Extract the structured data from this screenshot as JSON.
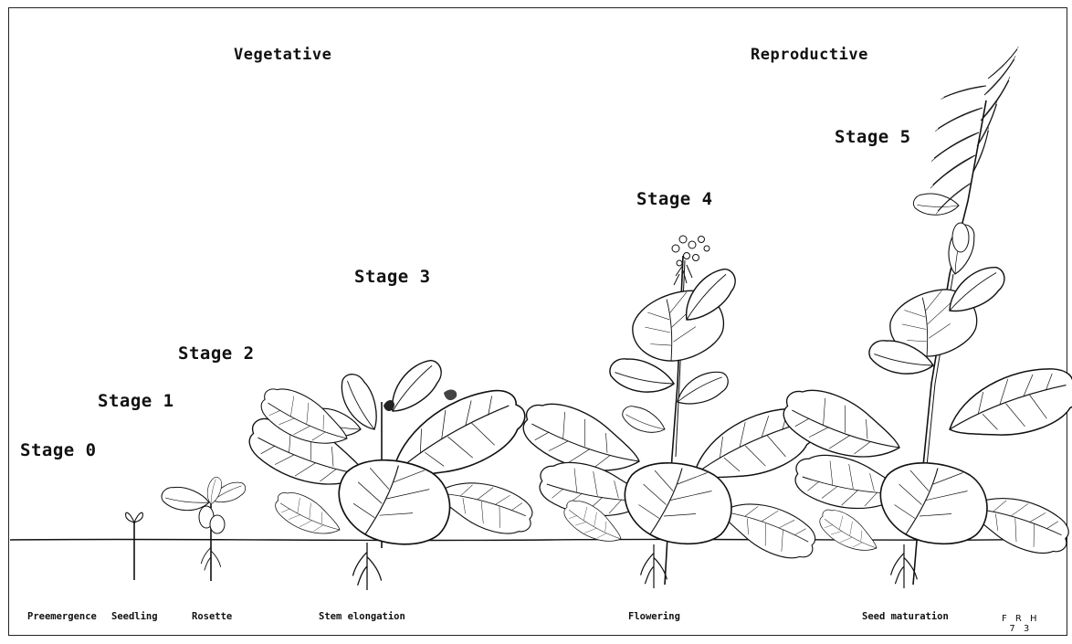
{
  "phases": {
    "vegetative": "Vegetative",
    "reproductive": "Reproductive"
  },
  "stages": {
    "s0": "Stage 0",
    "s1": "Stage 1",
    "s2": "Stage 2",
    "s3": "Stage 3",
    "s4": "Stage 4",
    "s5": "Stage 5"
  },
  "captions": {
    "preemergence": "Preemergence",
    "seedling": "Seedling",
    "rosette": "Rosette",
    "stem_elongation": "Stem elongation",
    "flowering": "Flowering",
    "seed_maturation": "Seed maturation"
  },
  "signature": {
    "initials": "F R H",
    "year": "7 3"
  },
  "colors": {
    "ink": "#111111",
    "background": "#ffffff"
  }
}
